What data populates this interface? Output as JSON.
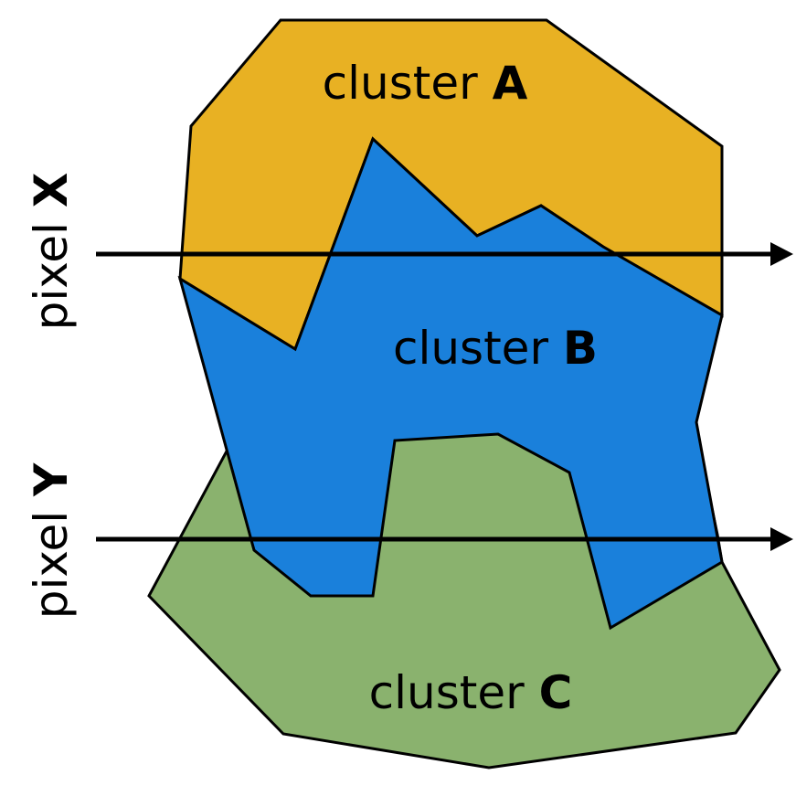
{
  "clusters": {
    "a": {
      "prefix": "cluster",
      "letter": "A",
      "color": "#E8B123"
    },
    "b": {
      "prefix": "cluster",
      "letter": "B",
      "color": "#1A80DB"
    },
    "c": {
      "prefix": "cluster",
      "letter": "C",
      "color": "#8AB26E"
    }
  },
  "pixels": {
    "x": {
      "prefix": "pixel",
      "letter": "X"
    },
    "y": {
      "prefix": "pixel",
      "letter": "Y"
    }
  },
  "colors": {
    "stroke": "#000000",
    "background": "#FFFFFF"
  }
}
